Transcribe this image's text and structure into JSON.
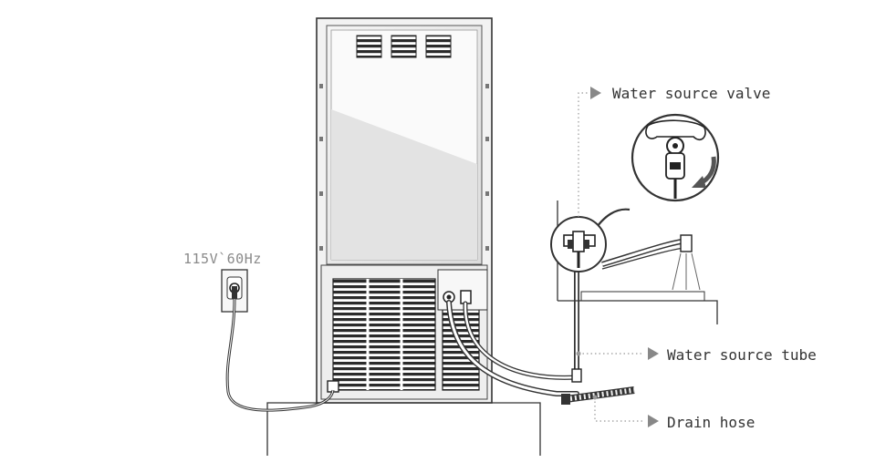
{
  "power": {
    "voltage_label": "115V`60Hz"
  },
  "callouts": {
    "water_source_valve": "Water source valve",
    "water_source_tube": "Water source tube",
    "drain_hose": "Drain hose"
  },
  "colors": {
    "line": "#333333",
    "panel": "#e9e9e9",
    "vent": "#2b2b2b",
    "dotted": "#999999",
    "arrow": "#888888"
  }
}
